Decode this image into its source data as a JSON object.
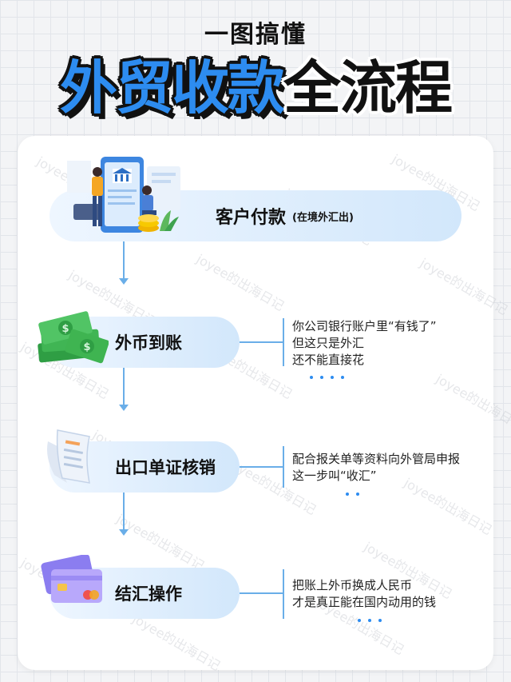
{
  "header": {
    "subtitle": "一图搞懂",
    "title_blue": "外贸收款",
    "title_dark": "全流程"
  },
  "watermark_text": "joyee的出海日记",
  "steps": [
    {
      "label": "客户付款",
      "sublabel": "(在境外汇出)",
      "icon": "payment-illustration-icon",
      "note": []
    },
    {
      "label": "外币到账",
      "icon": "cash-stack-icon",
      "note": [
        "你公司银行账户里“有钱了”",
        "但这只是外汇",
        "还不能直接花"
      ]
    },
    {
      "label": "出口单证核销",
      "icon": "document-receipt-icon",
      "note": [
        "配合报关单等资料向外管局申报",
        "这一步叫“收汇”"
      ]
    },
    {
      "label": "结汇操作",
      "icon": "bank-card-icon",
      "note": [
        "把账上外币换成人民币",
        "才是真正能在国内动用的钱"
      ]
    }
  ],
  "colors": {
    "accent": "#2d8cf0",
    "line": "#6aaee8",
    "pill_light": "#eef6ff",
    "pill_dark": "#d2e7fb"
  }
}
